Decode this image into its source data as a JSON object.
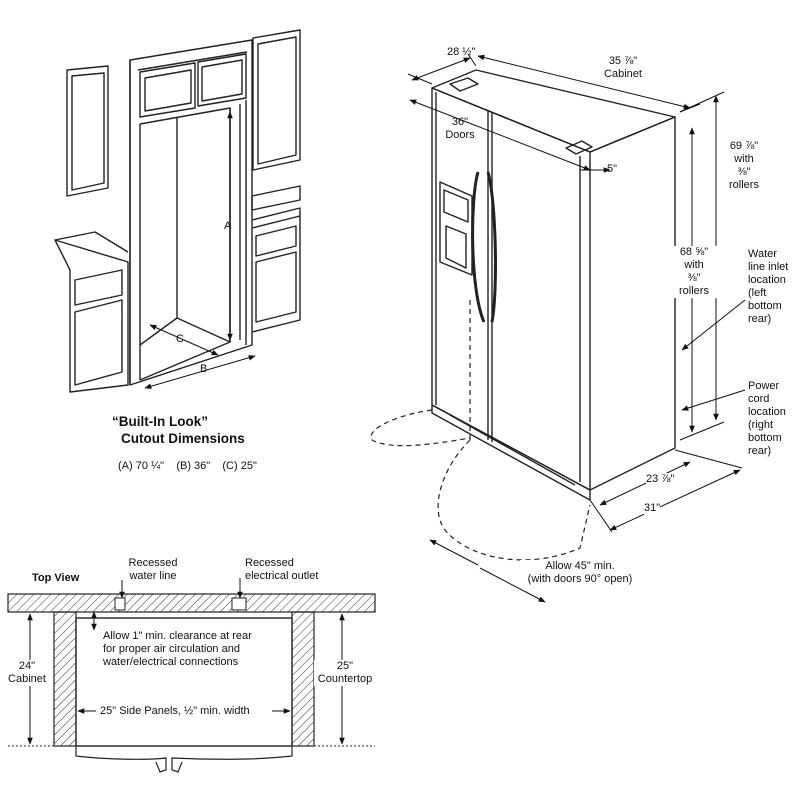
{
  "builtin": {
    "title_line1": "“Built-In Look”",
    "title_line2": "Cutout Dimensions",
    "dims": "(A) 70 ¼\"    (B) 36\"    (C) 25\"",
    "letter_a": "A",
    "letter_b": "B",
    "letter_c": "C"
  },
  "fridge": {
    "depth_top": "28 ½\"",
    "cabinet_width": "35 ⅞\"",
    "cabinet_word": "Cabinet",
    "doors_width": "36\"",
    "doors_word": "Doors",
    "offset_5": "5\"",
    "height_rollers": [
      "69 ⅞\"",
      "with",
      "⅜\"",
      "rollers"
    ],
    "height_no_rollers": [
      "68 ⅝\"",
      "with",
      "⅜\"",
      "rollers"
    ],
    "water_line_note": [
      "Water",
      "line inlet",
      "location",
      "(left",
      "bottom",
      "rear)"
    ],
    "power_cord_note": [
      "Power",
      "cord",
      "location",
      "(right",
      "bottom",
      "rear)"
    ],
    "depth_23": "23 ⅞\"",
    "depth_31": "31\"",
    "allow_line1": "Allow 45\" min.",
    "allow_line2": "(with doors 90° open)"
  },
  "topview": {
    "title": "Top View",
    "recessed_water": [
      "Recessed",
      "water line"
    ],
    "recessed_outlet": [
      "Recessed",
      "electrical outlet"
    ],
    "clearance_note": [
      "Allow 1\" min. clearance at rear",
      "for proper air circulation and",
      "water/electrical connections"
    ],
    "cabinet_24": [
      "24\"",
      "Cabinet"
    ],
    "countertop_25": [
      "25\"",
      "Countertop"
    ],
    "side_panels": "25\" Side Panels, ½\" min. width"
  }
}
